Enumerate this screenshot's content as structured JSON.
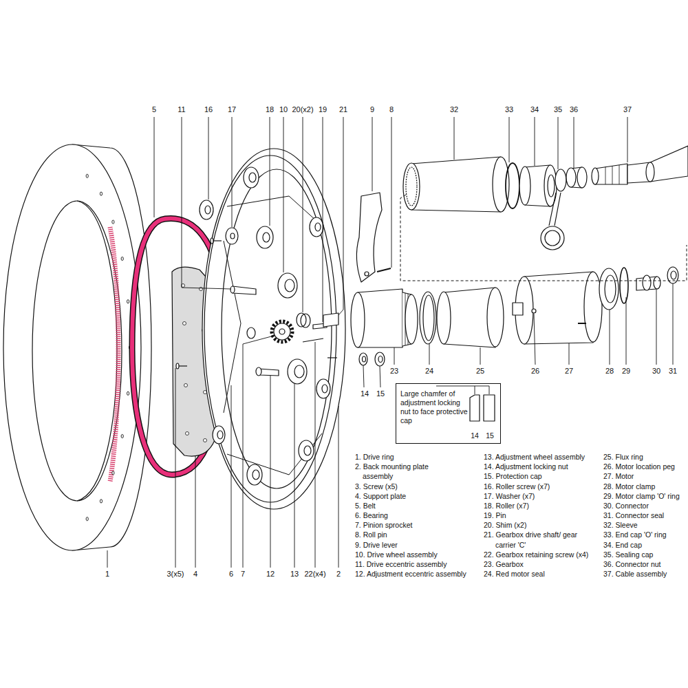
{
  "diagram": {
    "nodes": [
      {
        "text": [
          "Large chamfer of adjustment locking nut to face protective cap",
          "14",
          "15"
        ]
      }
    ],
    "labels": [
      "5",
      "11",
      "16",
      "17",
      "18",
      "10",
      "20(x2)",
      "19",
      "21",
      "9",
      "8",
      "32",
      "33",
      "34",
      "35",
      "36",
      "37",
      "23",
      "24",
      "25",
      "26",
      "27",
      "28",
      "29",
      "30",
      "31",
      "14",
      "15",
      "1",
      "3(x5)",
      "4",
      "6",
      "7",
      "12",
      "13",
      "22(x4)",
      "2",
      "1. Drive ring",
      "2. Back mounting plate assembly",
      "3. Screw (x5)",
      "4. Support plate",
      "5. Belt",
      "6. Bearing",
      "7. Pinion sprocket",
      "8. Roll pin",
      "9. Drive lever",
      "10. Drive wheel assembly",
      "11. Drive eccentric assembly",
      "12. Adjustment eccentric assembly",
      "13. Adjustment wheel assembly",
      "14. Adjustment locking nut",
      "15. Protection cap",
      "16. Roller screw (x7)",
      "17. Washer (x7)",
      "18. Roller (x7)",
      "19. Pin",
      "20. Shim (x2)",
      "21. Gearbox drive shaft/ gear carrier 'C'",
      "22. Gearbox retaining screw (x4)",
      "23. Gearbox",
      "24. Red motor seal",
      "25. Flux ring",
      "26. Motor location peg",
      "27. Motor",
      "28. Motor clamp",
      "29. Motor clamp 'O' ring",
      "30. Connector",
      "31. Connector seal",
      "32. Sleeve",
      "33. End cap 'O' ring",
      "34. End cap",
      "35. Sealing cap",
      "36. Connector nut",
      "37. Cable assembly"
    ]
  }
}
